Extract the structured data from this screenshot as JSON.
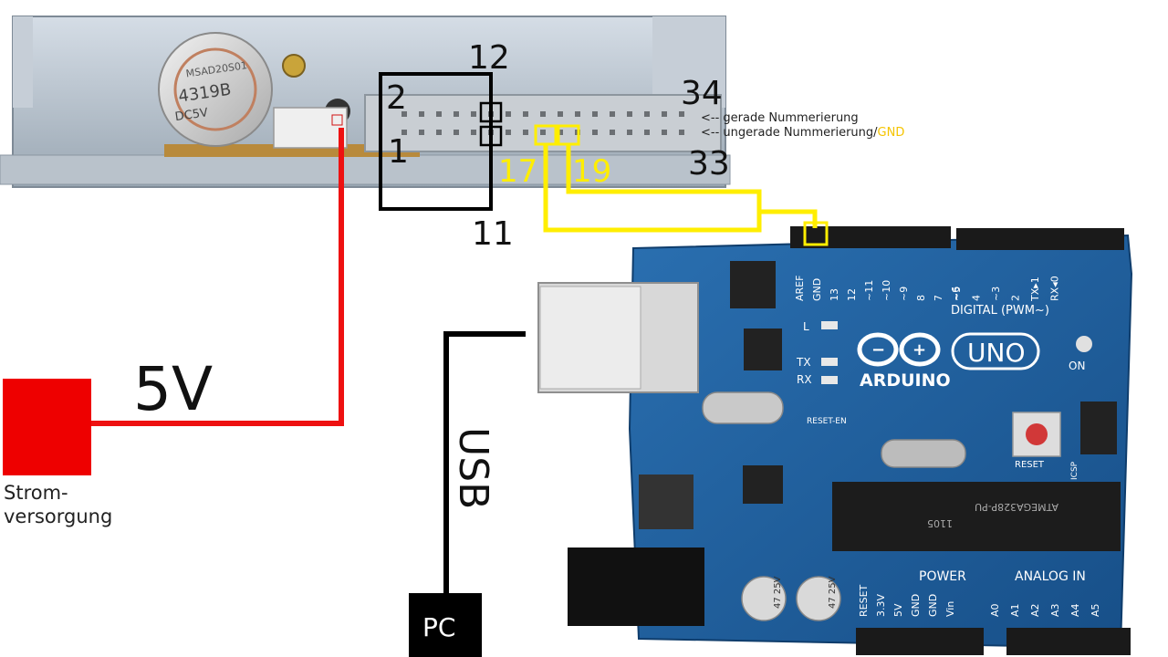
{
  "labels": {
    "pin_12": "12",
    "pin_2": "2",
    "pin_1": "1",
    "pin_11": "11",
    "pin_34": "34",
    "pin_33": "33",
    "pin_17": "17",
    "pin_19": "19",
    "even_note": "<-- gerade Nummerierung",
    "odd_note": "<-- ungerade Nummerierung/",
    "gnd_note": "GND",
    "voltage": "5V",
    "usb": "USB",
    "pc": "PC",
    "power_supply": "Strom-",
    "power_supply_2": "versorgung"
  },
  "drive_motor_text": {
    "line1": "MSAD20S01",
    "line2": "4319B",
    "line3": "DC5V"
  },
  "arduino": {
    "brand": "ARDUINO",
    "model": "UNO",
    "digital_label": "DIGITAL (PWM~)",
    "digital_pins": [
      "AREF",
      "GND",
      "13",
      "12",
      "~11",
      "~10",
      "~9",
      "8",
      "7",
      "~6",
      "~5",
      "4",
      "~3",
      "2",
      "TX▸1",
      "RX◂0"
    ],
    "power_label": "POWER",
    "power_pins": [
      "RESET",
      "3.3V",
      "5V",
      "GND",
      "GND",
      "Vin"
    ],
    "analog_label": "ANALOG IN",
    "analog_pins": [
      "A0",
      "A1",
      "A2",
      "A3",
      "A4",
      "A5"
    ],
    "led_labels": [
      "L",
      "TX",
      "RX"
    ],
    "on_label": "ON",
    "reset_label": "RESET",
    "reset_en_label": "RESET-EN",
    "icsp_label": "ICSP",
    "chip_text": "ATMEGA328P-PU",
    "chip_code": "1105",
    "cap_text": "47 25V"
  },
  "colors": {
    "power_wire": "#ee1111",
    "signal_wire": "#ffee00",
    "usb_wire": "#000000",
    "board_blue": "#1f5f9e",
    "pc_box": "#000000",
    "supply_box": "#ee0000",
    "gnd_text": "#f5c400"
  }
}
